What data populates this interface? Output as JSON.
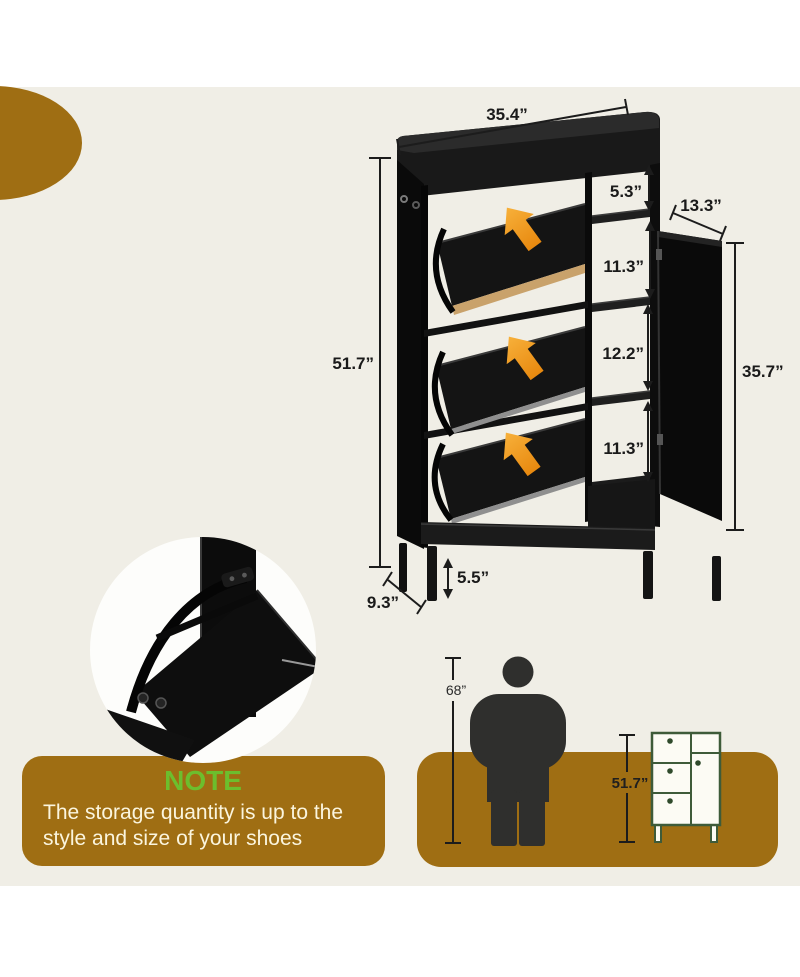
{
  "dimensions": {
    "top_width": "35.4”",
    "top_right_compartment": "5.3”",
    "door_width": "13.3”",
    "compartment_upper": "11.3”",
    "compartment_middle": "12.2”",
    "compartment_lower": "11.3”",
    "cabinet_height": "51.7”",
    "door_height": "35.7”",
    "leg_height": "5.5”",
    "depth": "9.3”"
  },
  "note": {
    "title": "NOTE",
    "line1": "The storage quantity is up to the",
    "line2": "style and size of your shoes"
  },
  "size_reference": {
    "person_height": "68”",
    "cabinet_height": "51.7”"
  },
  "colors": {
    "background": "#F0EEE6",
    "band_white": "#FFFFFF",
    "accent_brown": "#9F6E13",
    "note_green": "#6CBE2D",
    "note_text": "#FBF5DE",
    "cabinet_black": "#141414",
    "arrow_orange": "#F29D1C",
    "mini_cabinet_green": "#3E5B39",
    "dimension_text": "#1A1A1A",
    "drawer_wood_edge": "#C9A26B"
  }
}
